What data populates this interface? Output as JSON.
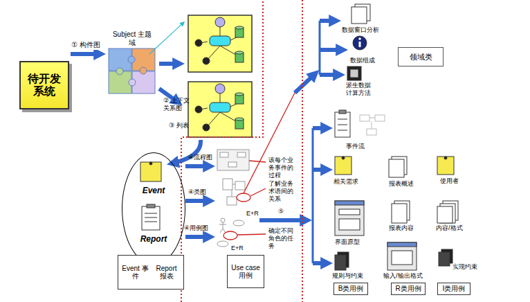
{
  "diagram": {
    "nodes": [
      {
        "text": [
          "待开发系统"
        ]
      },
      {
        "text": [
          "Subject 主题域"
        ]
      },
      {
        "text": [
          "Event",
          "Report"
        ]
      },
      {
        "text": [
          "Event 事件",
          "Report 报表"
        ]
      },
      {
        "text": [
          "Use case 用例"
        ]
      },
      {
        "text": [
          "领域类"
        ]
      },
      {
        "text": [
          "B类用例"
        ]
      },
      {
        "text": [
          "R类用例"
        ]
      },
      {
        "text": [
          "I类用例"
        ]
      }
    ],
    "edges": [
      {
        "from": 0,
        "to": 1,
        "label": "① 构件图",
        "arrow": "to"
      }
    ],
    "labels": [
      "② 上下文关系图",
      "③ 列表",
      "④流程图",
      "④类图",
      "④用例图",
      "该每个业务事件的过程",
      "了解业务术语间的关系",
      "确定不同角色的任务",
      "E+R",
      "E+R",
      "⑤",
      "数据窗口分析",
      "数据组成",
      "派生数据计算方法",
      "事件流",
      "相关需求",
      "报表概述",
      "使用者",
      "界面原型",
      "报表内容",
      "内容/格式",
      "规则与约束",
      "输入/输出格式",
      "实现约束"
    ]
  }
}
